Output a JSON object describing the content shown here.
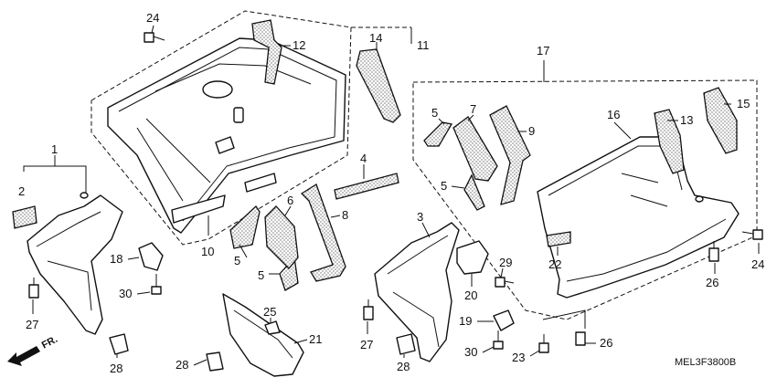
{
  "diagram": {
    "code": "MEL3F3800B",
    "fr_label": "FR.",
    "callouts": {
      "c1": "1",
      "c2": "2",
      "c3": "3",
      "c4": "4",
      "c5a": "5",
      "c5b": "5",
      "c5c": "5",
      "c5d": "5",
      "c6": "6",
      "c7": "7",
      "c8": "8",
      "c9": "9",
      "c10": "10",
      "c11": "11",
      "c12": "12",
      "c13": "13",
      "c14": "14",
      "c15": "15",
      "c16": "16",
      "c17": "17",
      "c18": "18",
      "c19": "19",
      "c20": "20",
      "c21": "21",
      "c22": "22",
      "c23": "23",
      "c24a": "24",
      "c24b": "24",
      "c25": "25",
      "c26a": "26",
      "c26b": "26",
      "c27a": "27",
      "c27b": "27",
      "c28a": "28",
      "c28b": "28",
      "c28c": "28",
      "c29": "29",
      "c30a": "30",
      "c30b": "30"
    }
  }
}
